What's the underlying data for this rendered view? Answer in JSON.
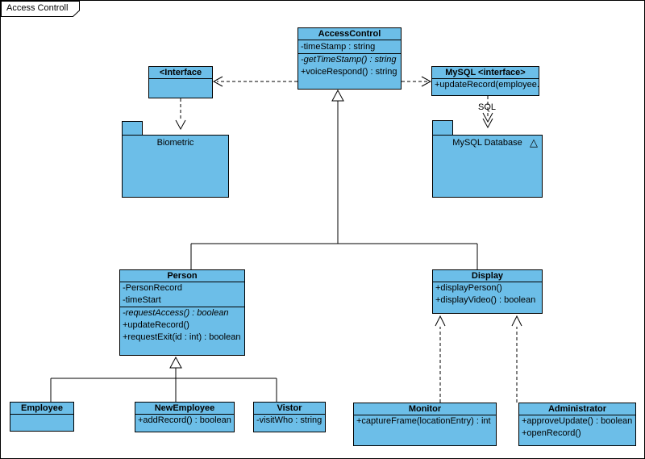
{
  "diagram": {
    "title": "Access Controll"
  },
  "colors": {
    "node_fill": "#6CBEE8",
    "border": "#000000",
    "canvas": "#FFFFFF"
  },
  "classes": {
    "access_control": {
      "name": "AccessControl",
      "attributes": [
        "-timeStamp : string"
      ],
      "methods": [
        "-getTimeStamp() : string",
        "+voiceRespond() : string"
      ]
    },
    "interface_left": {
      "name": "<Interface"
    },
    "mysql_interface": {
      "name": "MySQL <interface>",
      "methods": [
        "+updateRecord(employee..."
      ]
    },
    "person": {
      "name": "Person",
      "attributes": [
        "-PersonRecord",
        "-timeStart"
      ],
      "methods": [
        "-requestAccess() : boolean",
        "+updateRecord()",
        "+requestExit(id : int) : boolean"
      ]
    },
    "display": {
      "name": "Display",
      "methods": [
        "+displayPerson()",
        "+displayVideo() : boolean"
      ]
    },
    "employee": {
      "name": "Employee"
    },
    "new_employee": {
      "name": "NewEmployee",
      "methods": [
        "+addRecord() : boolean"
      ]
    },
    "vistor": {
      "name": "Vistor",
      "attributes": [
        "-visitWho : string"
      ]
    },
    "monitor": {
      "name": "Monitor",
      "methods": [
        "+captureFrame(locationEntry) : int"
      ]
    },
    "administrator": {
      "name": "Administrator",
      "methods": [
        "+approveUpdate() : boolean",
        "+openRecord()"
      ]
    }
  },
  "packages": {
    "biometric": {
      "name": "Biometric"
    },
    "mysql_database": {
      "name": "MySQL Database",
      "marker": "△"
    }
  },
  "labels": {
    "sql_stereotype": "SQL"
  }
}
